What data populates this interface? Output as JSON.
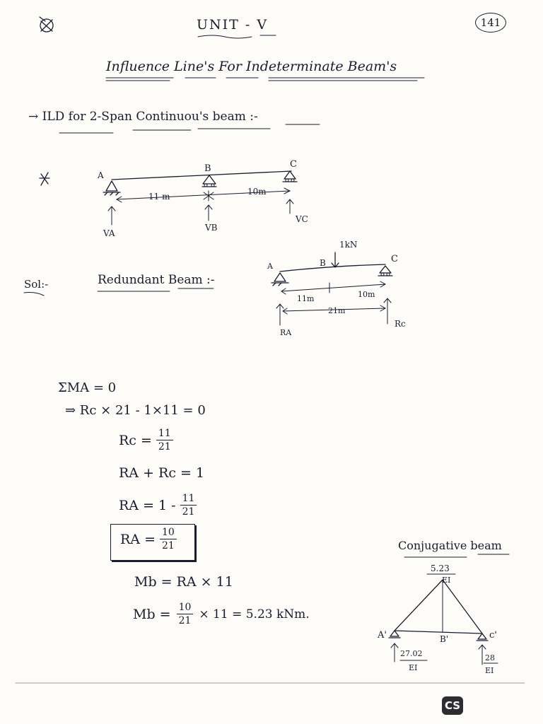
{
  "header": {
    "unit": "UNIT - V",
    "page_number": "141",
    "title": "Influence Line's For Indeterminate Beam's"
  },
  "section_heading": "→ ILD for 2-Span Continuou's beam :-",
  "continuous_beam": {
    "support_a": "A",
    "support_b": "B",
    "support_c": "C",
    "span_ab": "11 m",
    "span_bc": "10m",
    "reaction_a": "VA",
    "reaction_b": "VB",
    "reaction_c": "VC"
  },
  "solution": {
    "label": "Sol:-",
    "redundant_title": "Redundant Beam :-"
  },
  "redundant_beam": {
    "load": "1kN",
    "support_a": "A",
    "point_b": "B",
    "support_c": "C",
    "span_ab": "11m",
    "span_bc": "10m",
    "total_span": "21m",
    "reaction_a": "RA",
    "reaction_c": "Rc"
  },
  "equations": {
    "eq1": "ΣMA = 0",
    "eq2": "⇒ Rc × 21 - 1×11 = 0",
    "eq3_lhs": "Rc =",
    "eq3_num": "11",
    "eq3_den": "21",
    "eq4": "RA + Rc = 1",
    "eq5_lhs": "RA = 1 -",
    "eq5_num": "11",
    "eq5_den": "21",
    "eq6_lhs": "RA =",
    "eq6_num": "10",
    "eq6_den": "21",
    "eq7": "Mb = RA × 11",
    "eq8_lhs": "Mb =",
    "eq8_num": "10",
    "eq8_den": "21",
    "eq8_rhs": "× 11 = 5.23 kNm."
  },
  "conjugate_beam": {
    "title": "Conjugative beam",
    "peak_num": "5.23",
    "peak_den": "EI",
    "left_label": "A'",
    "mid_label": "B'",
    "right_label": "c'",
    "left_reaction_num": "27.02",
    "left_reaction_den": "EI",
    "right_reaction_num": "28",
    "right_reaction_den": "EI"
  },
  "footer": {
    "scanner_logo": "CS"
  }
}
